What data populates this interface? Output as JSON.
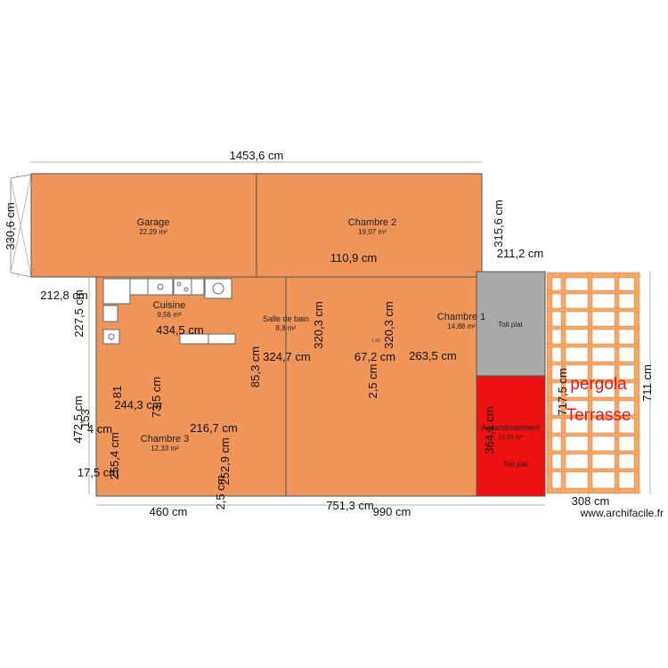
{
  "colors": {
    "room": "#f0955a",
    "room_stroke": "#555555",
    "flat_roof_grey": "#a9a9a9",
    "extension_red": "#ee1111",
    "pergola_wood": "#f4a868",
    "label_red": "#e01b1b"
  },
  "rooms": {
    "garage": {
      "name": "Garage",
      "area": "22,29 m²"
    },
    "chambre2": {
      "name": "Chambre 2",
      "area": "19,07 m²"
    },
    "cuisine": {
      "name": "Cuisine",
      "area": "9,56 m²"
    },
    "sdb": {
      "name": "Salle de bain",
      "area": "8,8 m²"
    },
    "chambre1": {
      "name": "Chambre 1",
      "area": "14,88 m²"
    },
    "chambre3": {
      "name": "Chambre 3",
      "area": "12,33 m²"
    },
    "toit_plat_top": {
      "name": "Toit plat"
    },
    "agrandissement": {
      "name": "Agrandissement",
      "area": "13,93 m²"
    },
    "toit_plat_bottom": {
      "name": "Toit plat"
    }
  },
  "labels": {
    "pergola": "pergola",
    "terrasse": "Terrasse"
  },
  "dimensions": {
    "d_top": "1453,6 cm",
    "d_garage_h": "330,6 cm",
    "d_right_h": "315,6 cm",
    "d_right_w": "211,2 cm",
    "d_mid": "110,9 cm",
    "d_left_w": "212,8 cm",
    "d_left_h": "227,5 cm",
    "d_434": "434,5 cm",
    "d_sdb_v": "320,3 cm",
    "d_ch1_v": "320,3 cm",
    "d_324": "324,7 cm",
    "d_67": "67,2 cm",
    "d_263": "263,5 cm",
    "d_853": "85,3 cm",
    "d_25a": "2,5 cm",
    "d_81": "81",
    "d_735": "73,5 cm",
    "d_2443": "244,3 cm",
    "d_2167": "216,7 cm",
    "d_4725": "472,5 cm",
    "d_153": "153",
    "d_4": "4 cm",
    "d_3641": "364,1 cm",
    "d_7175": "717,5 cm",
    "d_711": "711 cm",
    "d_2554": "255,4 cm",
    "d_2529": "252,9 cm",
    "d_175": "17,5 cm",
    "d_25b": "2,5 cm",
    "d_460": "460 cm",
    "d_7513": "751,3 cm",
    "d_990": "990 cm",
    "d_308": "308 cm",
    "d_small": "1,66"
  },
  "watermark": "www.archifacile.fr"
}
